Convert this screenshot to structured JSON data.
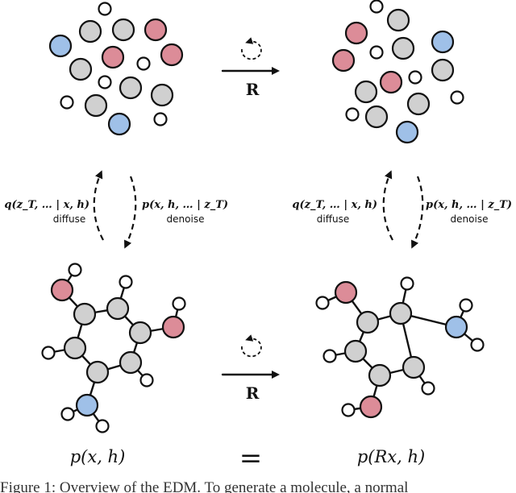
{
  "colors": {
    "gray": "#d0d0d0",
    "pink": "#dc8c98",
    "blue": "#9fc0e8",
    "white": "#ffffff",
    "ink": "#111111"
  },
  "labels": {
    "rotation_top": "R",
    "rotation_bottom": "R",
    "diffuse_formula": "q(z_T, … | x, h)",
    "diffuse_word": "diffuse",
    "denoise_formula": "p(x, h, … | z_T)",
    "denoise_word": "denoise",
    "lhs_density": "p(x, h)",
    "equals": "=",
    "rhs_density": "p(Rx, h)",
    "caption": "Figure 1: Overview of the EDM. To generate a molecule, a normal"
  }
}
